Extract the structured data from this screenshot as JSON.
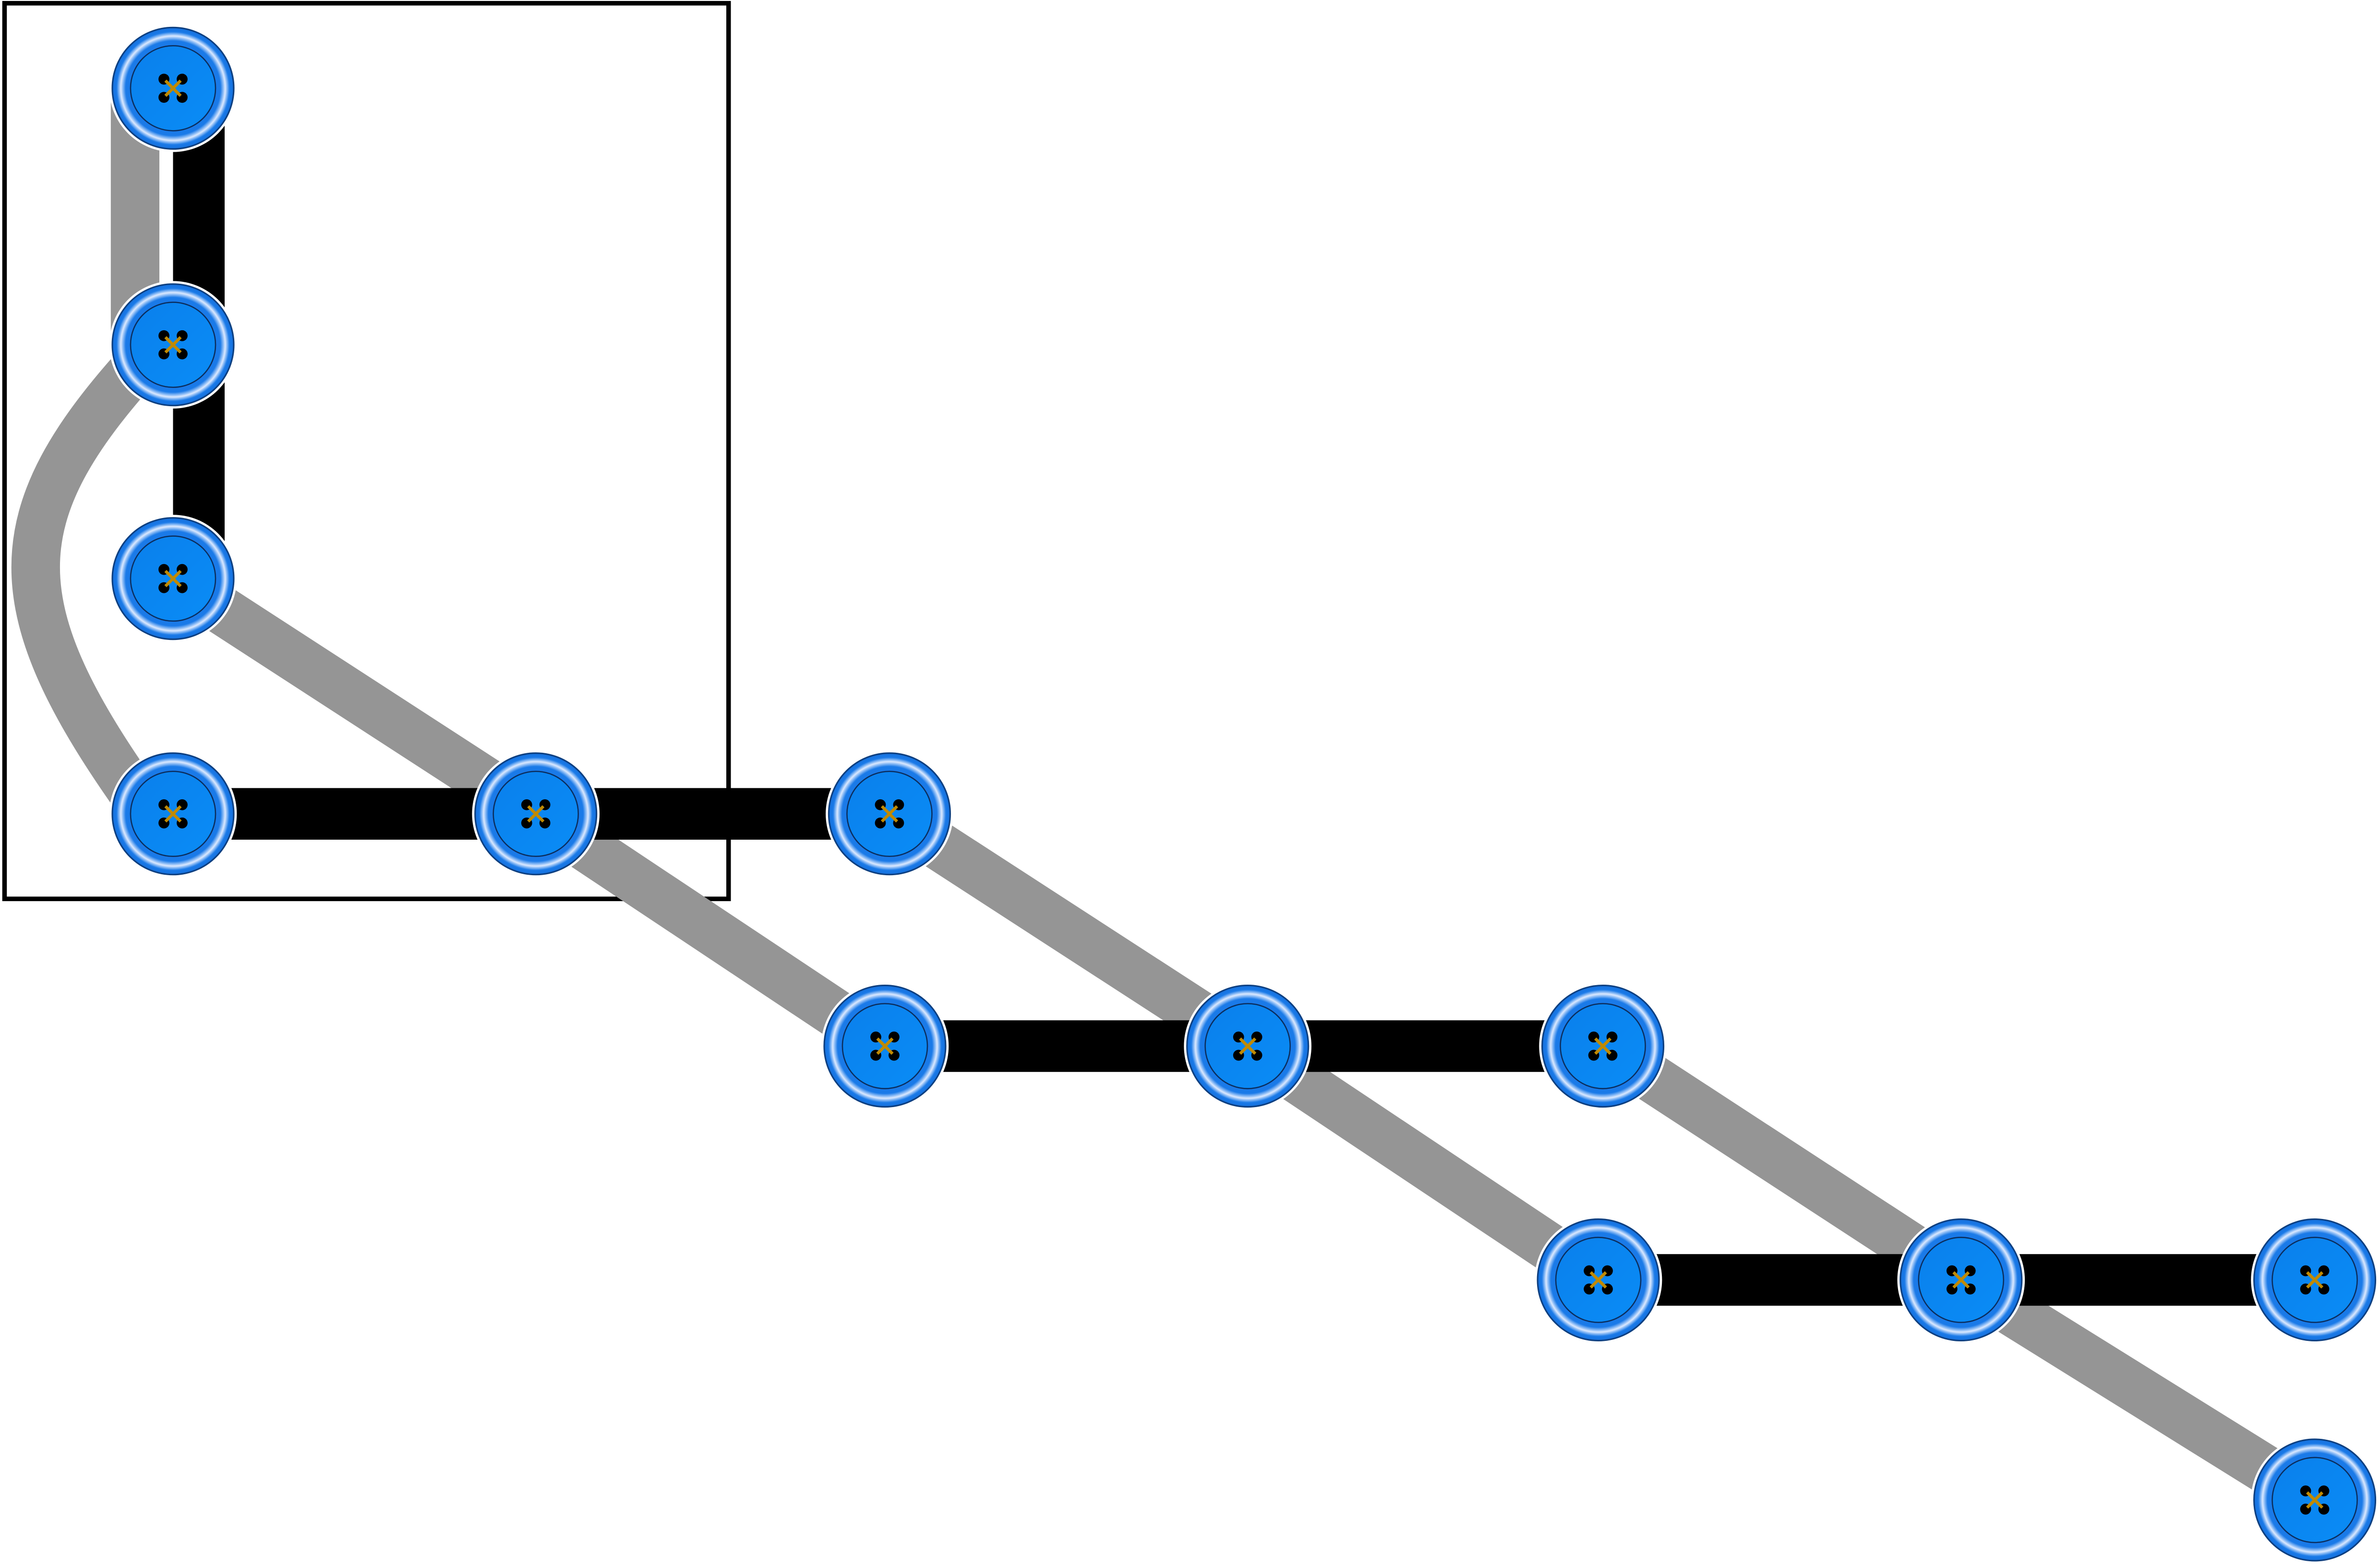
{
  "colors": {
    "background": "#ffffff",
    "black_edge": "#000000",
    "gray_edge": "#959595",
    "frame": "#000000",
    "button_outer": "#1a7ae8",
    "button_inner": "#0a86f2",
    "button_highlight": "#dbe9ff",
    "thread": "#c08a00",
    "holes": "#000000"
  },
  "node_icon": "sewing-button-icon",
  "node_count": 13,
  "black_edges": [
    [
      0,
      1
    ],
    [
      1,
      2
    ],
    [
      3,
      4
    ],
    [
      4,
      5
    ],
    [
      6,
      7
    ],
    [
      7,
      8
    ],
    [
      9,
      10
    ],
    [
      10,
      11
    ]
  ],
  "gray_edges": [
    [
      0,
      1
    ],
    [
      1,
      3
    ],
    [
      2,
      4
    ],
    [
      4,
      6
    ],
    [
      5,
      7
    ],
    [
      7,
      9
    ],
    [
      8,
      10
    ],
    [
      10,
      12
    ]
  ]
}
